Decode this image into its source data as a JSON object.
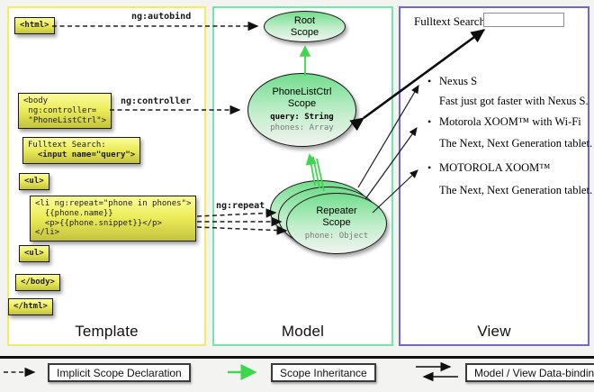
{
  "panels": {
    "template": {
      "title": "Template"
    },
    "model": {
      "title": "Model"
    },
    "view": {
      "title": "View"
    }
  },
  "template_code": {
    "html_open": "<html>",
    "body_open": [
      "<body",
      " ng:controller=",
      " \"PhoneListCtrl\">"
    ],
    "fulltext_label": "Fulltext Search:",
    "fulltext_input": "  <input name=\"query\">",
    "ul_open": "<ul>",
    "li_repeat": [
      "<li ng:repeat=\"phone in phones\">",
      "  {{phone.name}}",
      "  <p>{{phone.snippet}}</p>",
      "</li>"
    ],
    "ul_close": "<ul>",
    "body_close": "</body>",
    "html_close": "</html>"
  },
  "arrow_labels": {
    "autobind": "ng:autobind",
    "controller": "ng:controller",
    "repeat": "ng:repeat"
  },
  "model_scopes": {
    "root": {
      "line1": "Root",
      "line2": "Scope"
    },
    "phonelist": {
      "line1": "PhoneListCtrl",
      "line2": "Scope",
      "prop1": "query: String",
      "prop2": "phones: Array"
    },
    "repeater": {
      "line1": "Repeater",
      "line2": "Scope",
      "prop1": "phone: Object"
    }
  },
  "view_panel": {
    "search_label": "Fulltext Search:",
    "search_value": "",
    "items": [
      {
        "name": "Nexus S",
        "snippet": "Fast just got faster with Nexus S."
      },
      {
        "name": "Motorola XOOM™ with Wi-Fi",
        "snippet": "The Next, Next Generation tablet."
      },
      {
        "name": "MOTOROLA XOOM™",
        "snippet": "The Next, Next Generation tablet."
      }
    ]
  },
  "legend": {
    "implicit": "Implicit Scope Declaration",
    "inheritance": "Scope Inheritance",
    "binding": "Model / View Data-binding"
  },
  "colors": {
    "template_border": "#f2ef5a",
    "model_border": "#70e9a9",
    "view_border": "#7265d8",
    "scope_arrow_green": "#3fd64f"
  }
}
